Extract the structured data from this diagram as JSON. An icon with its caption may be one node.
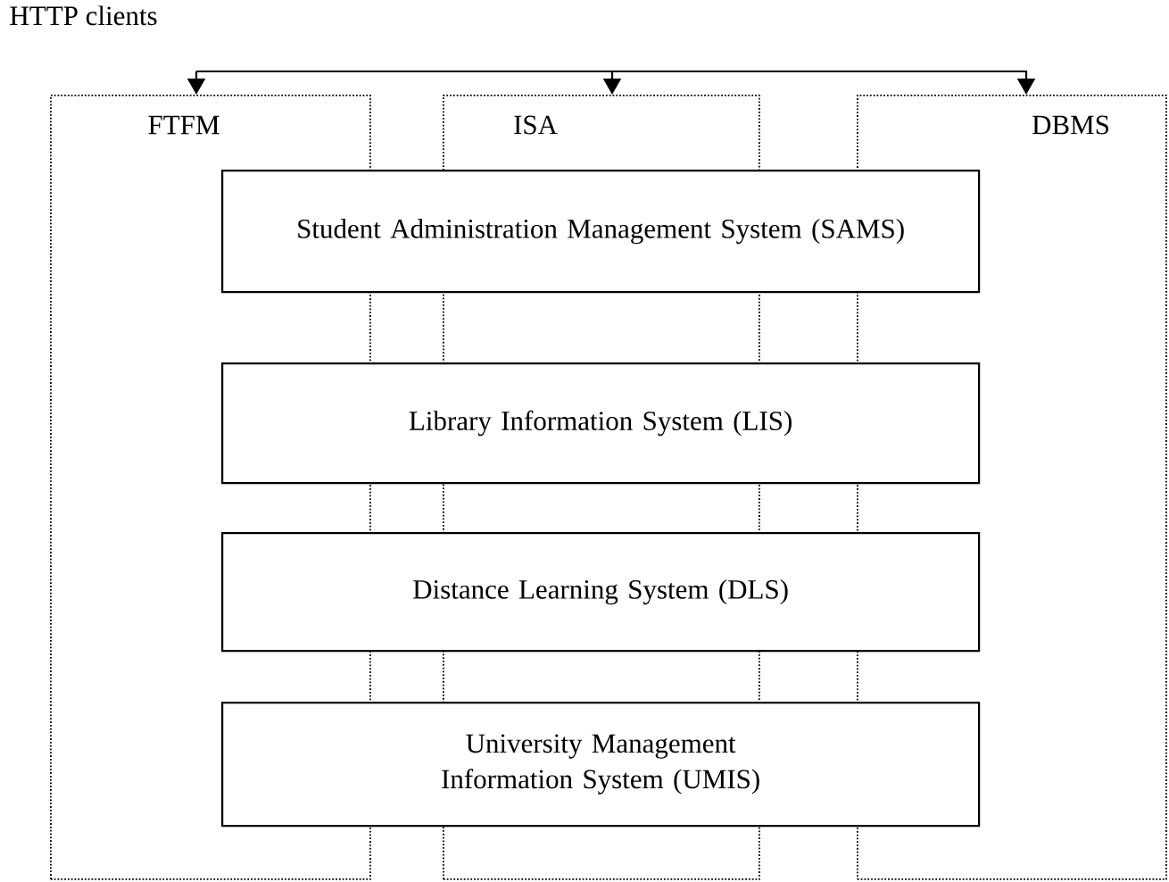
{
  "diagram": {
    "nodes": [
      {
        "text": [
          "FTFM"
        ]
      },
      {
        "text": [
          "ISA"
        ]
      },
      {
        "text": [
          "DBMS"
        ]
      },
      {
        "text": [
          "Student Administration Management System (SAMS)"
        ]
      },
      {
        "text": [
          "Library Information System (LIS)"
        ]
      },
      {
        "text": [
          "Distance Learning System (DLS)"
        ]
      },
      {
        "text": [
          "University Management Information System (UMIS)"
        ]
      }
    ],
    "edges": [
      {
        "from": null,
        "to": 0,
        "arrow": "to"
      },
      {
        "from": null,
        "to": 1,
        "arrow": "to"
      },
      {
        "from": null,
        "to": 2,
        "arrow": "to"
      }
    ],
    "labels": [
      "HTTP clients"
    ]
  }
}
